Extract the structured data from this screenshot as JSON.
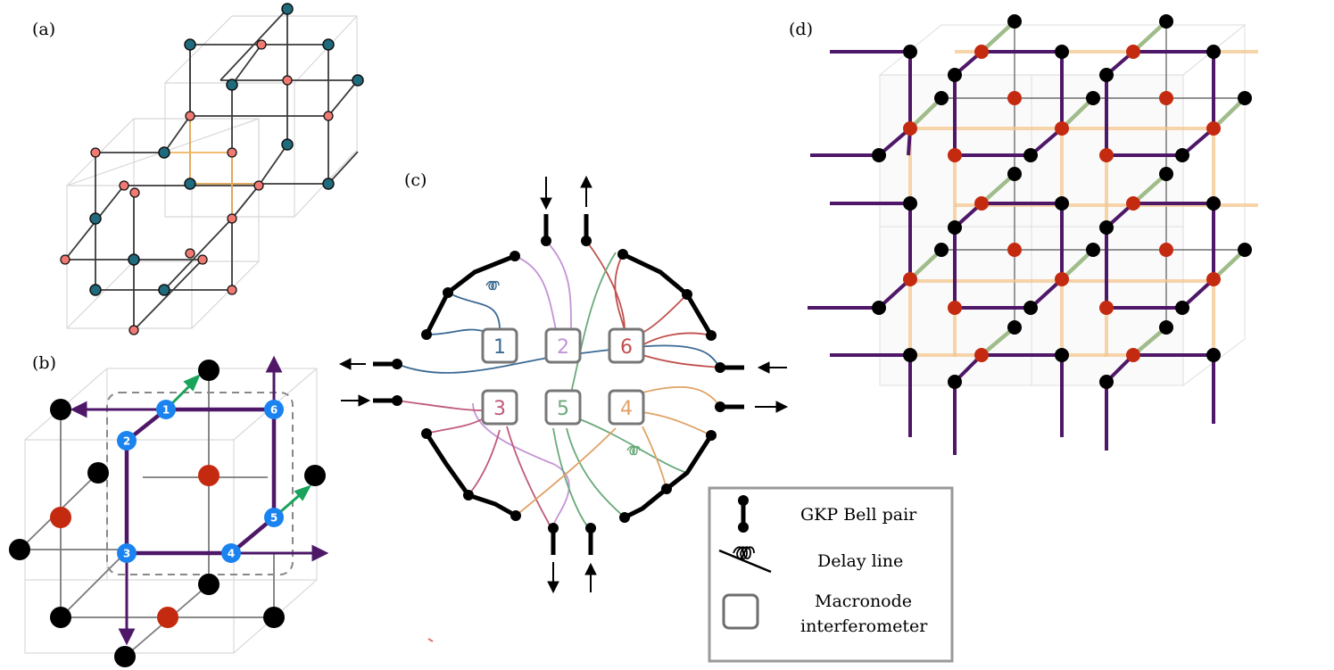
{
  "panels": {
    "a": {
      "label": "(a)"
    },
    "b": {
      "label": "(b)",
      "node_numbers": [
        "1",
        "2",
        "3",
        "4",
        "5",
        "6"
      ]
    },
    "c": {
      "label": "(c)",
      "box_numbers": [
        "1",
        "2",
        "6",
        "3",
        "5",
        "4"
      ]
    },
    "d": {
      "label": "(d)"
    }
  },
  "legend": {
    "bell_pair": "GKP Bell pair",
    "delay_line": "Delay line",
    "macronode_line1": "Macronode",
    "macronode_line2": "interferometer"
  },
  "colors": {
    "teal_node": "#1f6b7d",
    "pink_node": "#f07a72",
    "red_node": "#c42a0f",
    "blue_node": "#1a83f0",
    "purple_edge": "#4e1768",
    "orange_edge": "#f4c07a",
    "green_edge": "#9fbc8a",
    "green_arrow": "#1aa35a",
    "mode1": "#3b6a93",
    "mode2": "#c394d6",
    "mode3": "#c05a7a",
    "mode4": "#e0a266",
    "mode5": "#6aaa7a",
    "mode6": "#c0504d"
  }
}
